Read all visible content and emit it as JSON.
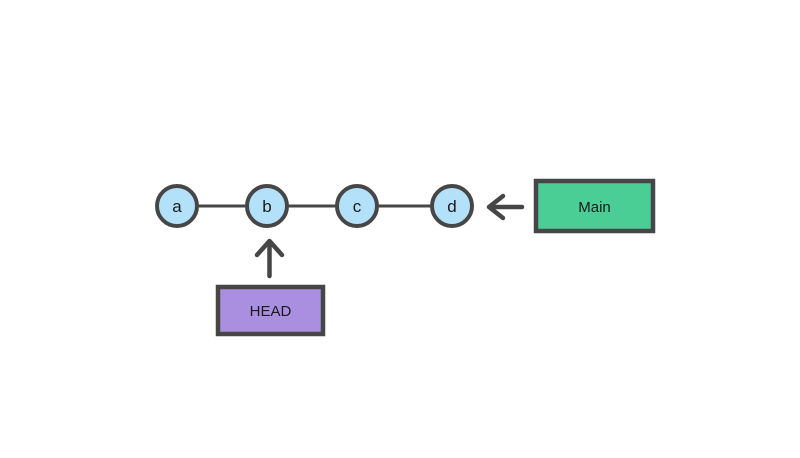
{
  "diagram": {
    "nodes": [
      {
        "label": "a"
      },
      {
        "label": "b"
      },
      {
        "label": "c"
      },
      {
        "label": "d"
      }
    ],
    "branch_box": {
      "label": "Main"
    },
    "head_box": {
      "label": "HEAD"
    },
    "arrows": [
      {
        "name": "branch-to-commit-d-arrow",
        "direction": "left"
      },
      {
        "name": "head-to-commit-b-arrow",
        "direction": "up"
      }
    ]
  },
  "colors": {
    "background": "#ffffff",
    "commit_fill": "#b4e1fa",
    "branch_fill": "#4bcd96",
    "head_fill": "#aa8fe0",
    "stroke": "#464646",
    "text": "#1a1a1a"
  }
}
